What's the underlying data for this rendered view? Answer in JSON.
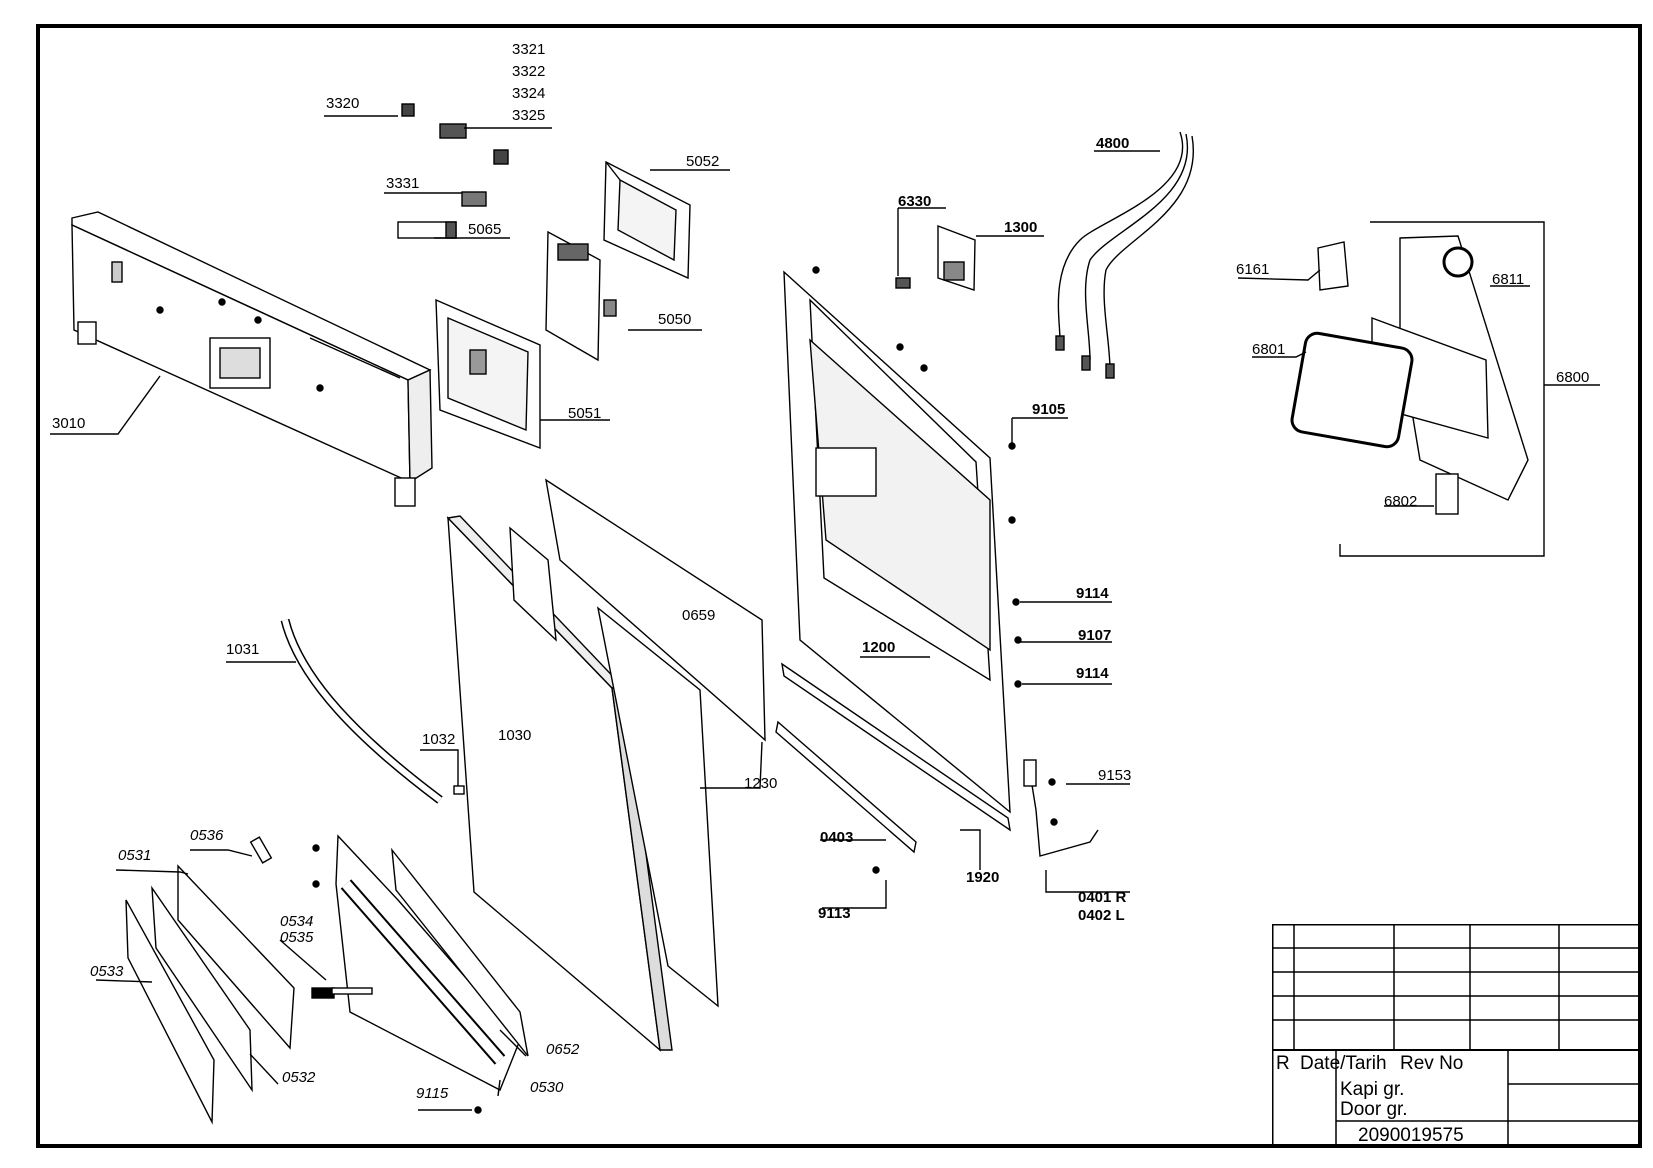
{
  "labels": {
    "p3321": "3321",
    "p3322": "3322",
    "p3324": "3324",
    "p3325": "3325",
    "p3320": "3320",
    "p3331": "3331",
    "p5065": "5065",
    "p5052": "5052",
    "p5050": "5050",
    "p5051": "5051",
    "p3010": "3010",
    "p4800": "4800",
    "p6330": "6330",
    "p1300": "1300",
    "p6161": "6161",
    "p6811": "6811",
    "p6801": "6801",
    "p6800": "6800",
    "p6802": "6802",
    "p9105": "9105",
    "p9114a": "9114",
    "p9107": "9107",
    "p9114b": "9114",
    "p1200": "1200",
    "p0659": "0659",
    "p1031": "1031",
    "p1030": "1030",
    "p1032": "1032",
    "p1230": "1230",
    "p9153": "9153",
    "p0403": "0403",
    "p1920": "1920",
    "p0401": "0401 R",
    "p0402": "0402 L",
    "p9113": "9113",
    "p0536": "0536",
    "p0531": "0531",
    "p0534": "0534",
    "p0535": "0535",
    "p0533": "0533",
    "p0532": "0532",
    "p0652": "0652",
    "p0530": "0530",
    "p9115": "9115"
  },
  "title_block": {
    "r": "R",
    "date": "Date/Tarih",
    "rev": "Rev No",
    "name_tr": "Kapi gr.",
    "name_en": "Door gr.",
    "number": "2090019575"
  }
}
